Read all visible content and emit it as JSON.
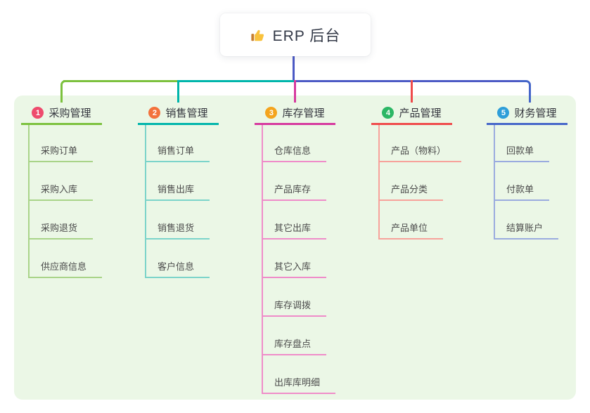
{
  "root": {
    "title": "ERP 后台",
    "icon": "thumbs-up-icon"
  },
  "connector_color": "#4c5ac5",
  "panel_color": "#ebf7e6",
  "branches": [
    {
      "num": "1",
      "label": "采购管理",
      "badge_color": "#ee4b6d",
      "accent": "#7cc13e",
      "light": "#a9d489",
      "children": [
        "采购订单",
        "采购入库",
        "采购退货",
        "供应商信息"
      ]
    },
    {
      "num": "2",
      "label": "销售管理",
      "badge_color": "#f3723c",
      "accent": "#00b5ab",
      "light": "#7cd4ca",
      "children": [
        "销售订单",
        "销售出库",
        "销售退货",
        "客户信息"
      ]
    },
    {
      "num": "3",
      "label": "库存管理",
      "badge_color": "#f4a41e",
      "accent": "#d6399f",
      "light": "#ef8cc9",
      "children": [
        "仓库信息",
        "产品库存",
        "其它出库",
        "其它入库",
        "库存调拨",
        "库存盘点",
        "出库库明细"
      ]
    },
    {
      "num": "4",
      "label": "产品管理",
      "badge_color": "#2cb765",
      "accent": "#ef4b4b",
      "light": "#f7a29b",
      "children": [
        "产品（物料）",
        "产品分类",
        "产品单位"
      ]
    },
    {
      "num": "5",
      "label": "财务管理",
      "badge_color": "#2e9ed9",
      "accent": "#4566c9",
      "light": "#9aabdf",
      "children": [
        "回款单",
        "付款单",
        "结算账户"
      ]
    }
  ]
}
